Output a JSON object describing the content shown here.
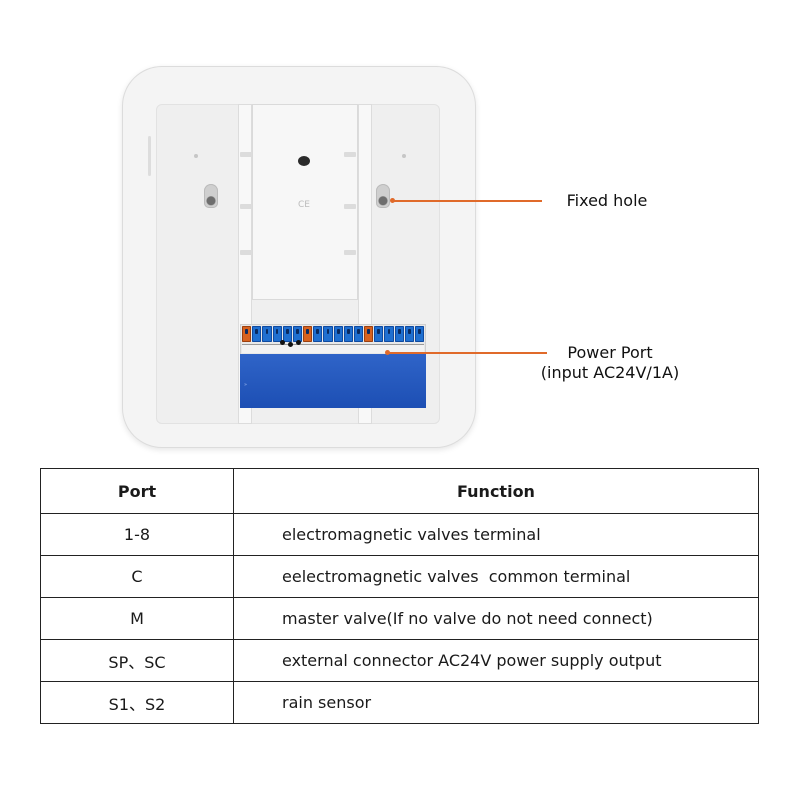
{
  "callouts": {
    "fixed_hole": "Fixed hole",
    "power_port_title": "Power Port",
    "power_port_detail": "(input AC24V/1A)"
  },
  "device": {
    "ce_mark": "CE",
    "accent_color": "#e06a2a",
    "terminal_color": "#1f6fd0"
  },
  "table": {
    "headers": {
      "port": "Port",
      "function": "Function"
    },
    "rows": [
      {
        "port": "1-8",
        "function": "electromagnetic valves terminal"
      },
      {
        "port": "C",
        "function": "eelectromagnetic valves  common terminal"
      },
      {
        "port": "M",
        "function": "master valve(If no valve do not need connect)"
      },
      {
        "port": "SP、SC",
        "function": "external connector AC24V power supply output"
      },
      {
        "port": "S1、S2",
        "function": "rain sensor"
      }
    ]
  }
}
